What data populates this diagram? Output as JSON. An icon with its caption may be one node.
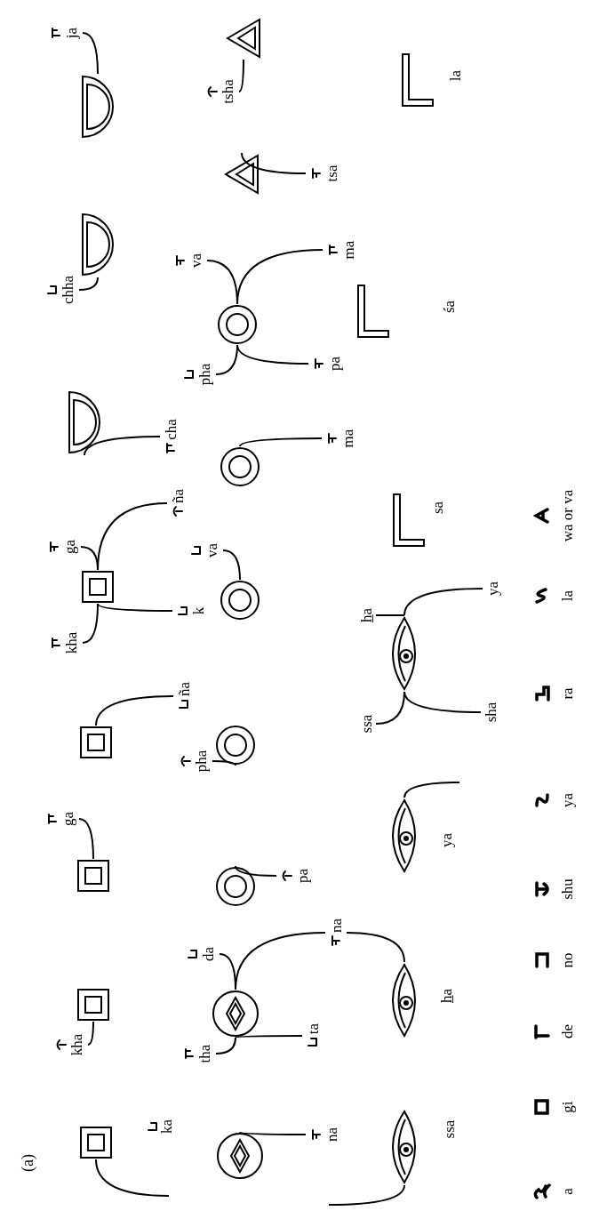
{
  "diagram": {
    "nodes": [
      {
        "text": [
          "ja"
        ]
      },
      {
        "text": [],
        "shape": "triangle"
      },
      {
        "text": [],
        "shape": "corner",
        "beside": [
          "la"
        ]
      },
      {
        "text": [
          "tsha"
        ]
      },
      {
        "text": [],
        "shape": "semicircle"
      },
      {
        "text": [
          "tsa"
        ]
      },
      {
        "text": [],
        "shape": "triangle"
      },
      {
        "text": [],
        "shape": "semicircle"
      },
      {
        "text": [
          "ma"
        ]
      },
      {
        "text": [
          "va"
        ]
      },
      {
        "text": [
          "chha"
        ]
      },
      {
        "text": [],
        "shape": "corner",
        "beside": [
          "śa"
        ]
      },
      {
        "text": [],
        "shape": "circle"
      },
      {
        "text": [
          "pa"
        ]
      },
      {
        "text": [
          "pha"
        ]
      },
      {
        "text": [],
        "shape": "semicircle"
      },
      {
        "text": [
          "cha"
        ]
      },
      {
        "text": [
          "ma"
        ]
      },
      {
        "text": [],
        "shape": "circle"
      },
      {
        "text": [
          "ña"
        ]
      },
      {
        "text": [],
        "shape": "corner",
        "beside": [
          "sa"
        ]
      },
      {
        "text": [
          "ga"
        ]
      },
      {
        "text": [
          "va"
        ]
      },
      {
        "text": [],
        "shape": "square"
      },
      {
        "text": [
          "ya"
        ]
      },
      {
        "text": [],
        "shape": "circle"
      },
      {
        "text": [
          "k"
        ]
      },
      {
        "text": [
          "h̲a"
        ]
      },
      {
        "text": [
          "kha"
        ]
      },
      {
        "text": [],
        "shape": "eye"
      },
      {
        "text": [
          "ña"
        ]
      },
      {
        "text": [
          "sha"
        ]
      },
      {
        "text": [
          "ssa"
        ]
      },
      {
        "text": [],
        "shape": "square"
      },
      {
        "text": [],
        "shape": "circle"
      },
      {
        "text": [
          "pha"
        ]
      },
      {
        "text": [
          "ga"
        ]
      },
      {
        "text": [],
        "shape": "eye",
        "beside": [
          "ya"
        ]
      },
      {
        "text": [],
        "shape": "square"
      },
      {
        "text": [
          "pa"
        ]
      },
      {
        "text": [],
        "shape": "circle"
      },
      {
        "text": [
          "na"
        ]
      },
      {
        "text": [
          "da"
        ]
      },
      {
        "text": [],
        "shape": "eye",
        "beside": [
          "h̲a"
        ]
      },
      {
        "text": [],
        "shape": "square"
      },
      {
        "text": [],
        "shape": "circle"
      },
      {
        "text": [
          "ta"
        ]
      },
      {
        "text": [
          "kha"
        ]
      },
      {
        "text": [
          "tha"
        ]
      },
      {
        "text": [
          "na"
        ]
      },
      {
        "text": [],
        "shape": "square",
        "beside": [
          "ka"
        ]
      },
      {
        "text": [],
        "shape": "eye",
        "beside": [
          "ssa"
        ]
      },
      {
        "text": [],
        "shape": "circle"
      }
    ],
    "edges": [
      {
        "from": 50,
        "to": null,
        "arrow": "none"
      },
      {
        "from": 44,
        "to": 47,
        "arrow": "none"
      },
      {
        "from": 38,
        "to": 36,
        "arrow": "none"
      },
      {
        "from": 33,
        "to": 30,
        "arrow": "none"
      },
      {
        "from": 23,
        "to": 28,
        "arrow": "none"
      },
      {
        "from": 23,
        "to": 26,
        "arrow": "none"
      },
      {
        "from": 23,
        "to": 21,
        "arrow": "none"
      },
      {
        "from": 23,
        "to": 19,
        "arrow": "none"
      },
      {
        "from": 15,
        "to": 16,
        "arrow": "none"
      },
      {
        "from": 7,
        "to": 10,
        "arrow": "none"
      },
      {
        "from": 4,
        "to": 0,
        "arrow": "none"
      },
      {
        "from": 52,
        "to": 49,
        "arrow": "none"
      },
      {
        "from": 45,
        "to": 48,
        "arrow": "none"
      },
      {
        "from": 45,
        "to": 46,
        "arrow": "none"
      },
      {
        "from": 45,
        "to": 42,
        "arrow": "none"
      },
      {
        "from": 45,
        "to": 41,
        "arrow": "none"
      },
      {
        "from": 40,
        "to": 39,
        "arrow": "none"
      },
      {
        "from": 34,
        "to": 35,
        "arrow": "none"
      },
      {
        "from": 25,
        "to": 22,
        "arrow": "none"
      },
      {
        "from": 18,
        "to": 17,
        "arrow": "none"
      },
      {
        "from": 12,
        "to": 14,
        "arrow": "none"
      },
      {
        "from": 12,
        "to": 13,
        "arrow": "none"
      },
      {
        "from": 12,
        "to": 9,
        "arrow": "none"
      },
      {
        "from": 12,
        "to": 8,
        "arrow": "none"
      },
      {
        "from": 6,
        "to": 5,
        "arrow": "none"
      },
      {
        "from": 1,
        "to": 3,
        "arrow": "none"
      },
      {
        "from": 51,
        "to": null,
        "arrow": "none"
      },
      {
        "from": 43,
        "to": 41,
        "arrow": "none"
      },
      {
        "from": 37,
        "to": null,
        "arrow": "none"
      },
      {
        "from": 29,
        "to": 32,
        "arrow": "none"
      },
      {
        "from": 29,
        "to": 31,
        "arrow": "none"
      },
      {
        "from": 29,
        "to": 27,
        "arrow": "none"
      },
      {
        "from": 29,
        "to": 24,
        "arrow": "none"
      }
    ],
    "labels": [
      "(a)",
      "a",
      "gi",
      "de",
      "no",
      "shu",
      "ya",
      "ra",
      "la",
      "wa or va"
    ]
  }
}
